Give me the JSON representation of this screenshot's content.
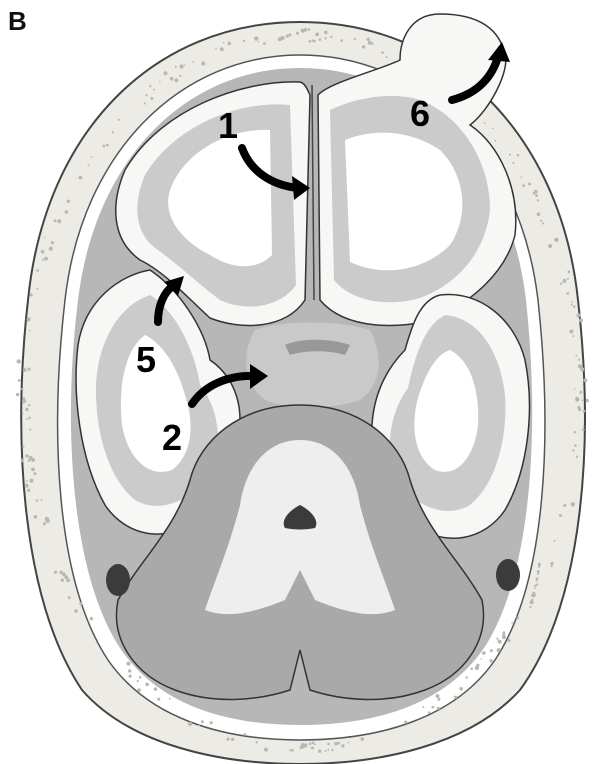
{
  "figure": {
    "panel_letter": "B",
    "labels": {
      "one": "1",
      "two": "2",
      "five": "5",
      "six": "6"
    }
  }
}
